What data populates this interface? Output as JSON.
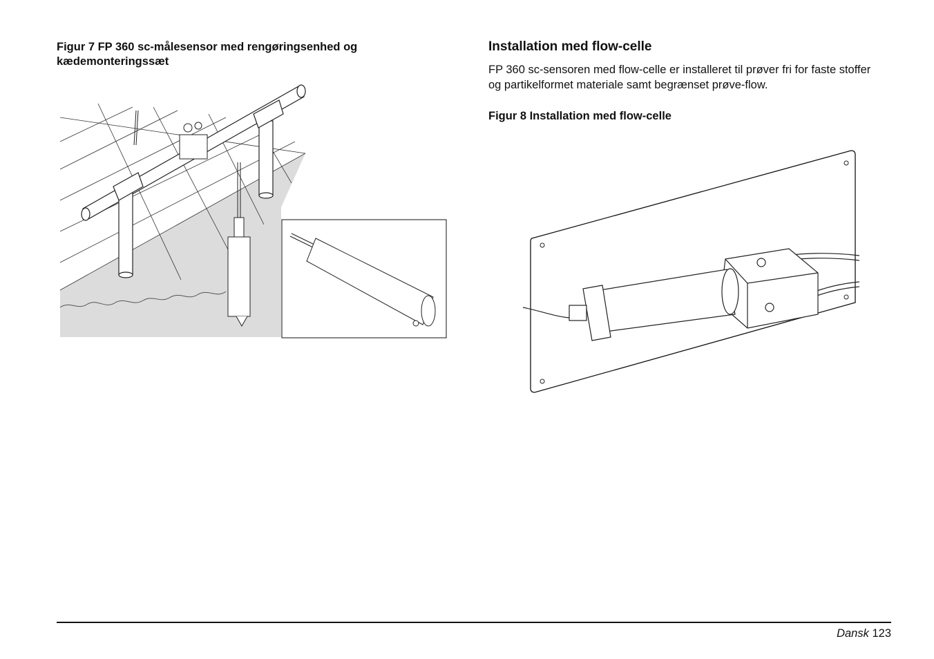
{
  "figure7": {
    "caption": "Figur 7 FP 360 sc-målesensor med rengøringsenhed og kædemonteringssæt"
  },
  "section": {
    "heading": "Installation med flow-celle",
    "body": "FP 360 sc-sensoren med flow-celle er installeret til prøver fri for faste stoffer og partikelformet materiale samt begrænset prøve-flow."
  },
  "figure8": {
    "caption": "Figur 8 Installation med flow-celle"
  },
  "footer": {
    "language": "Dansk",
    "page_number": "123"
  }
}
